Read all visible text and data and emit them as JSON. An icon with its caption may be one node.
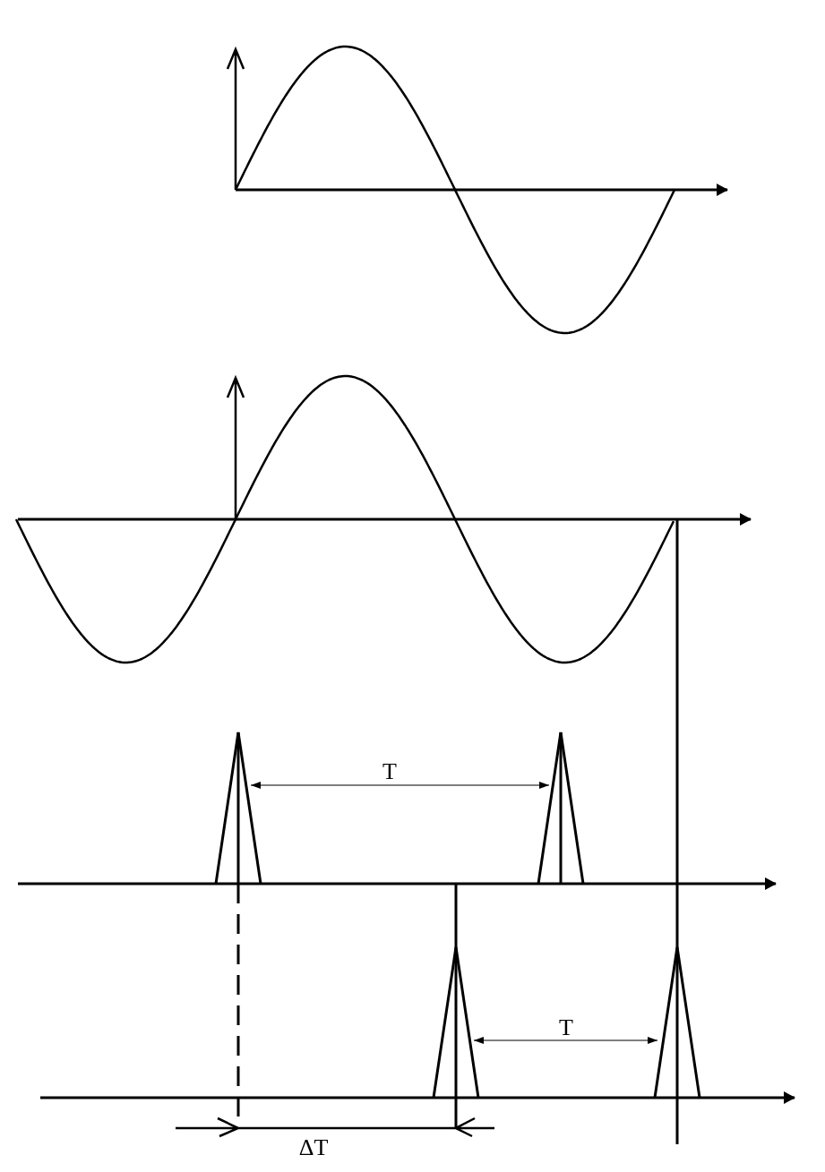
{
  "diagram": {
    "labels": [
      "T",
      "T",
      "ΔT"
    ]
  }
}
